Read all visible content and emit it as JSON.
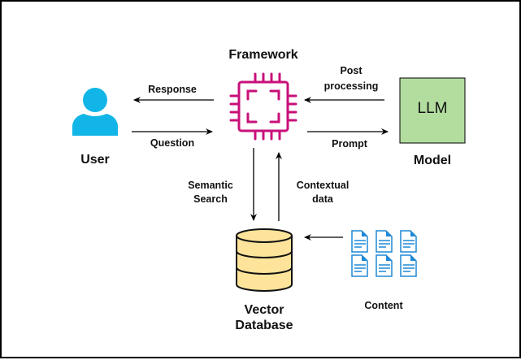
{
  "diagram": {
    "nodes": {
      "user": {
        "label": "User",
        "icon": "user-icon",
        "color": "#12b5e8"
      },
      "framework": {
        "label": "Framework",
        "icon": "cpu-chip-icon",
        "color": "#c8107a"
      },
      "model": {
        "label": "Model",
        "box_text": "LLM",
        "fill": "#b3dd9f"
      },
      "vector_db": {
        "label_line1": "Vector",
        "label_line2": "Database",
        "icon": "database-icon",
        "fill": "#fde49a"
      },
      "content": {
        "label": "Content",
        "icon": "document-icon",
        "color": "#1e88d6",
        "count": 6
      }
    },
    "edges": {
      "response": {
        "label": "Response",
        "from": "Framework",
        "to": "User"
      },
      "question": {
        "label": "Question",
        "from": "User",
        "to": "Framework"
      },
      "post_processing": {
        "label_line1": "Post",
        "label_line2": "processing",
        "from": "Model",
        "to": "Framework"
      },
      "prompt": {
        "label": "Prompt",
        "from": "Framework",
        "to": "Model"
      },
      "semantic_search": {
        "label_line1": "Semantic",
        "label_line2": "Search",
        "from": "Framework",
        "to": "Vector Database"
      },
      "contextual_data": {
        "label_line1": "Contextual",
        "label_line2": "data",
        "from": "Vector Database",
        "to": "Framework"
      },
      "content_ingest": {
        "label": "",
        "from": "Content",
        "to": "Vector Database"
      }
    }
  }
}
